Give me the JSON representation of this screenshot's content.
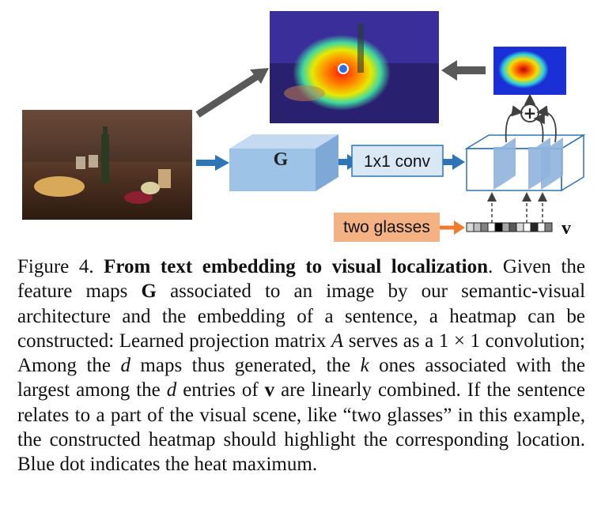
{
  "figure": {
    "box_label": "G",
    "conv_label": "1x1 conv",
    "text_input": "two glasses",
    "vector_label": "v",
    "sum_symbol": "+",
    "colors": {
      "arrow_blue": "#2e75b6",
      "arrow_gray": "#595959",
      "box_fill": "#9dc3e6",
      "conv_fill": "#dae8f5",
      "text_box_fill": "#f4b183",
      "text_arrow": "#ed7d31",
      "map_fill": "#8fb4dc",
      "heat_bg": "#1b2fd6"
    }
  },
  "caption": {
    "figure_number": "Figure 4.",
    "title": "From text embedding to visual localization",
    "p1": "Given the feature maps",
    "sym_G": "G",
    "p2": "associated to an image by our semantic-visual architecture and the embedding of a sentence, a heatmap can be constructed: Learned projection matrix",
    "sym_A": "A",
    "p3": "serves as a 1 × 1 convolution; Among the",
    "sym_d1": "d",
    "p4": "maps thus generated, the",
    "sym_k": "k",
    "p5": "ones associated with the largest among the",
    "sym_d2": "d",
    "p6": "entries of",
    "sym_v": "v",
    "p7": "are linearly combined. If the sentence relates to a part of the visual scene, like “two glasses” in this example, the constructed heatmap should highlight the corresponding location. Blue dot indicates the heat maximum."
  }
}
